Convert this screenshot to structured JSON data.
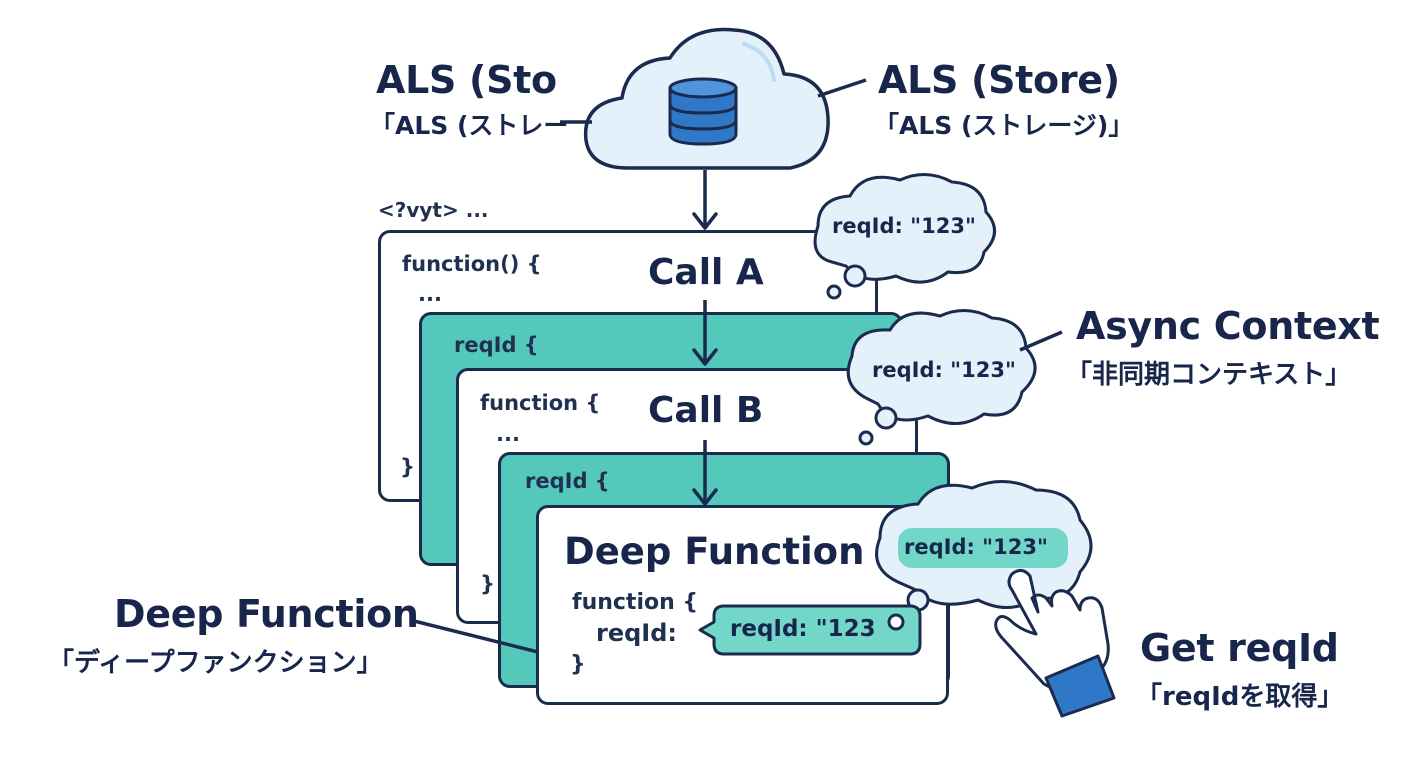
{
  "store_left": {
    "title": "ALS (Sto",
    "subtitle": "「ALS (ストレー"
  },
  "store_right": {
    "title": "ALS (Store)",
    "subtitle": "「ALS (ストレージ)」"
  },
  "snippet_header": "<?vyt> ...",
  "card_call_a": {
    "code_line1": "function() {",
    "code_line2": "...",
    "code_close": "}",
    "call_label": "Call A"
  },
  "card_reqid_1": {
    "code": "reqId {"
  },
  "card_call_b": {
    "code_line1": "function {",
    "code_line2": "...",
    "code_close": "}",
    "call_label": "Call B"
  },
  "card_reqid_2": {
    "code": "reqId {"
  },
  "card_deep": {
    "heading": "Deep Function",
    "code_line1": "function {",
    "code_line2": "reqId:",
    "code_close": "}",
    "pill_text": "reqId: \"123"
  },
  "bubbles": {
    "top": "reqId: \"123\"",
    "middle": "reqId: \"123\"",
    "bottom": "reqId: \"123\""
  },
  "async_context": {
    "title": "Async Context",
    "subtitle": "「非同期コンテキスト」"
  },
  "deep_function_label": {
    "title": "Deep Function",
    "subtitle": "「ディープファンクション」"
  },
  "get_reqid": {
    "title": "Get reqId",
    "subtitle": "「reqIdを取得」"
  },
  "colors": {
    "navy": "#1b2b4d",
    "teal": "#55c8bc",
    "cloud_fill": "#e4f1fb",
    "database_blue": "#2f78c8",
    "sleeve_blue": "#2f78c8"
  },
  "icons": [
    "cloud-icon",
    "database-icon",
    "thought-bubble-icon",
    "pointing-hand-icon"
  ]
}
